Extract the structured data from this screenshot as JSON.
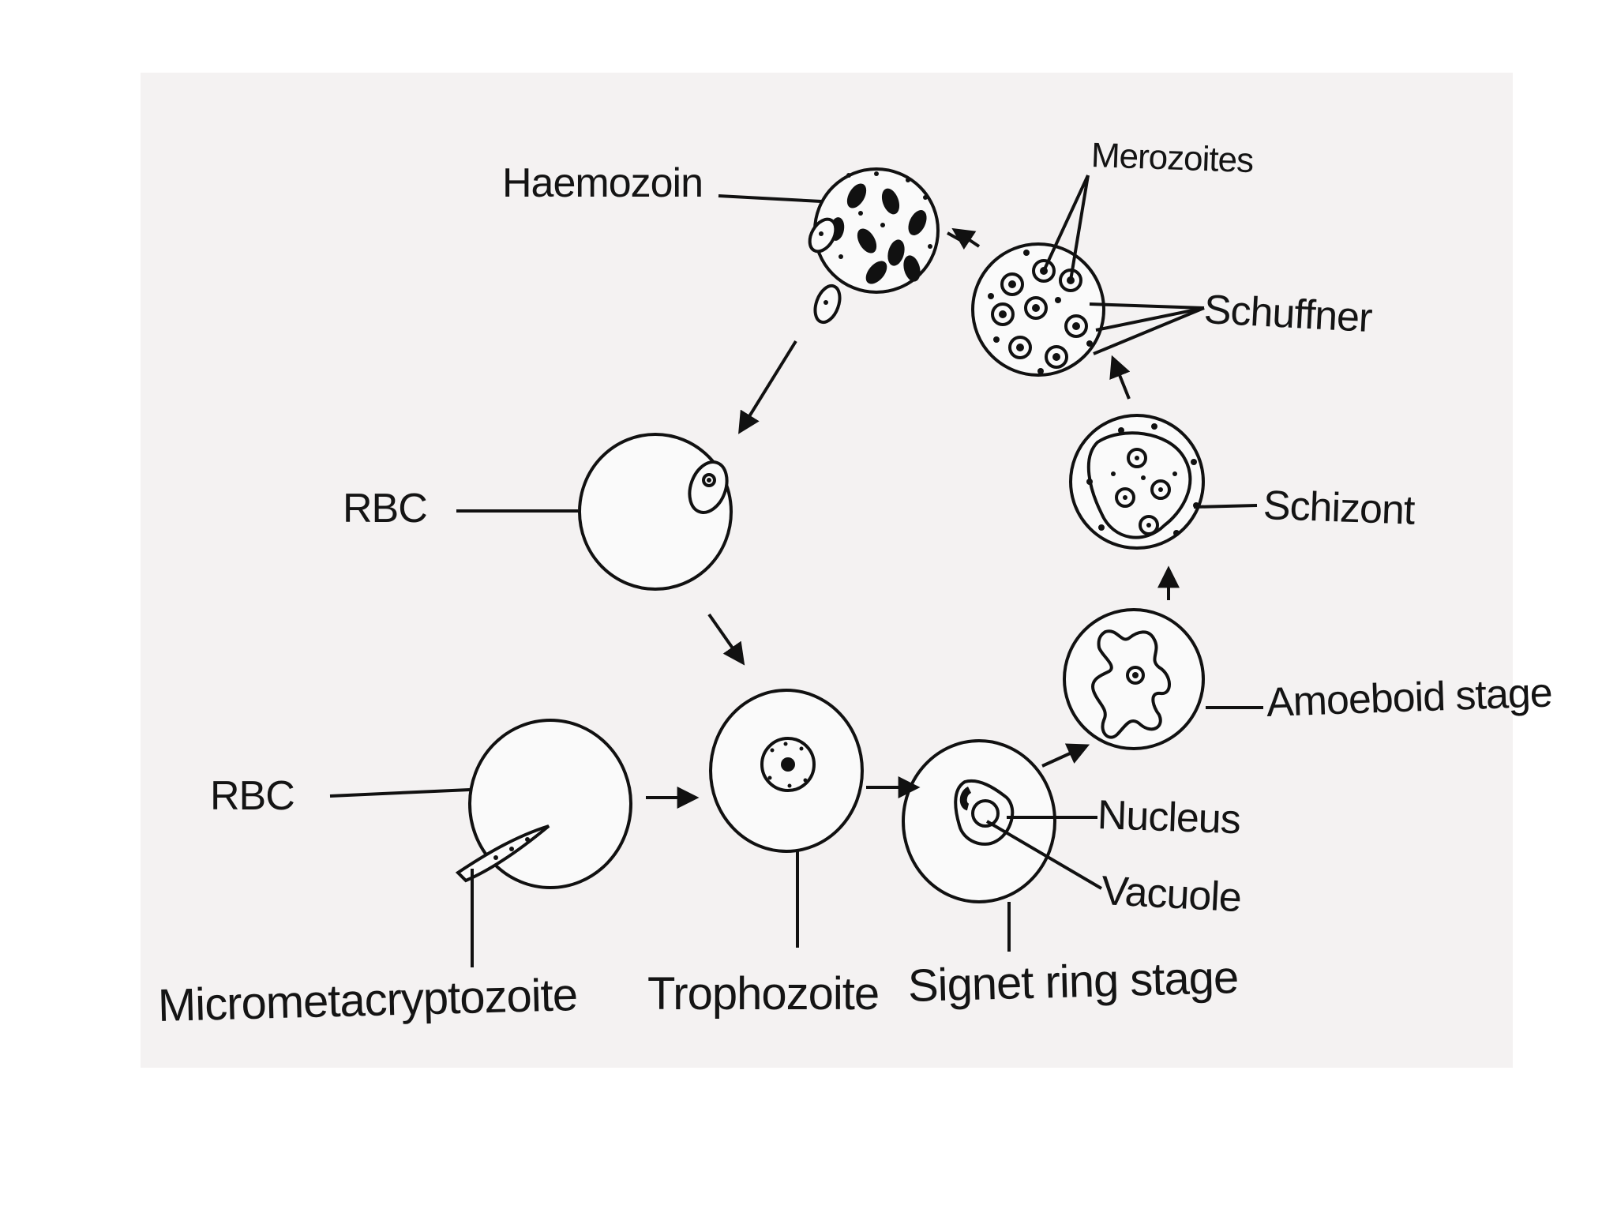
{
  "labels": {
    "haemozoin": "Haemozoin",
    "merozoites": "Merozoites",
    "schuffner": "Schuffner",
    "schizont": "Schizont",
    "amoeboid": "Amoeboid stage",
    "rbc_upper": "RBC",
    "rbc_lower": "RBC",
    "nucleus": "Nucleus",
    "vacuole": "Vacuole",
    "micrometacryptozoite": "Micrometacryptozoite",
    "trophozoite": "Trophozoite",
    "signet_ring": "Signet ring stage"
  }
}
